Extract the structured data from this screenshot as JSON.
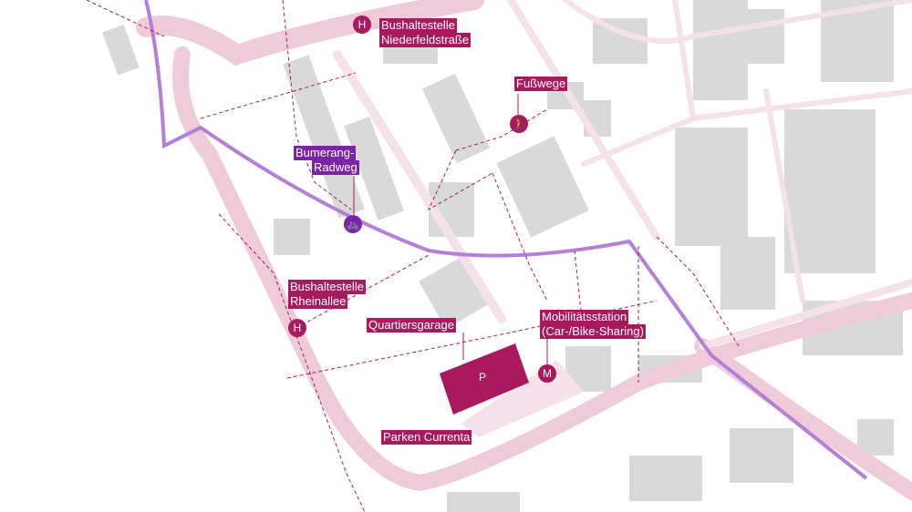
{
  "colors": {
    "accent": "#a8195d",
    "purple": "#7b24a6",
    "route": "#b57fd8",
    "road": "#efcbd9",
    "road_light": "#f5e1e9",
    "building": "#d9d9d9"
  },
  "labels": {
    "bus_niederfeld": [
      "Bushaltestelle",
      "Niederfeldstraße"
    ],
    "fusswege": "Fußwege",
    "bumerang": [
      "Bumerang-",
      "Radweg"
    ],
    "bus_rhein": [
      "Bushaltestelle",
      "Rheinallee"
    ],
    "quartiersgarage": "Quartiersgarage",
    "mobil": [
      "Mobilitätsstation",
      "(Car-/Bike-Sharing)"
    ],
    "parken": "Parken Currenta"
  },
  "pins": {
    "bus": "H",
    "mobil": "M",
    "garage": "P"
  },
  "icons": {
    "walk": "pedestrian-icon",
    "bike": "bicycle-icon"
  }
}
